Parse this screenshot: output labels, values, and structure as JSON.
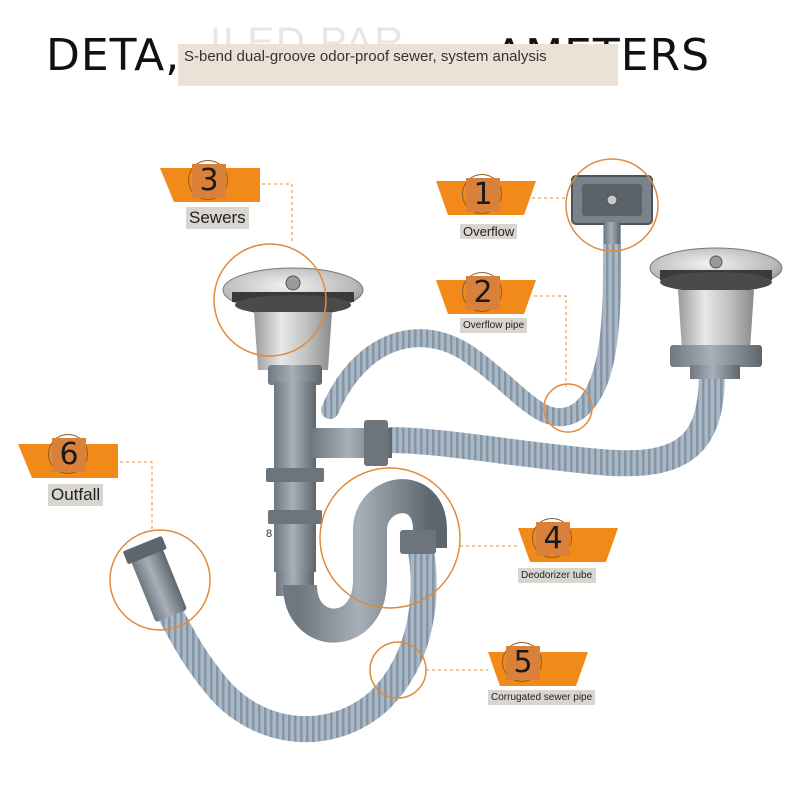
{
  "header": {
    "title_left": "DETA,",
    "title_ghost": "ILED PAR",
    "title_right": "AMETERS",
    "subtitle": "S-bend dual-groove odor-proof sewer, system analysis"
  },
  "callouts": [
    {
      "number": "1",
      "label": "Overflow"
    },
    {
      "number": "2",
      "label": "Overflow pipe"
    },
    {
      "number": "3",
      "label": "Sewers"
    },
    {
      "number": "4",
      "label": "Deodorizer tube"
    },
    {
      "number": "5",
      "label": "Corrugated sewer pipe"
    },
    {
      "number": "6",
      "label": "Outfall"
    }
  ],
  "marker_8": "8",
  "colors": {
    "accent_orange": "#f28a1a",
    "number_box": "#d9803a",
    "callout_line": "#e08a3a",
    "pipe_grey": "#9aa4ad",
    "hose_blue_grey": "#a9b8c6",
    "steel": "#c8c8c8"
  }
}
